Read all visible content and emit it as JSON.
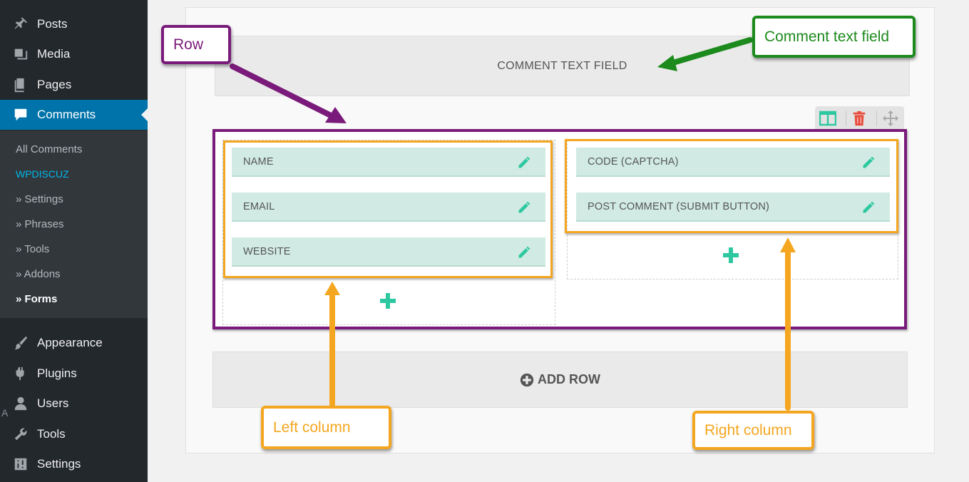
{
  "sidebar": {
    "top_items": [
      {
        "label": "Posts",
        "icon": "pin-icon"
      },
      {
        "label": "Media",
        "icon": "media-icon"
      },
      {
        "label": "Pages",
        "icon": "pages-icon"
      },
      {
        "label": "Comments",
        "icon": "comment-icon"
      }
    ],
    "submenu": [
      {
        "label": "All Comments"
      },
      {
        "label": "WPDISCUZ"
      },
      {
        "label": "» Settings"
      },
      {
        "label": "» Phrases"
      },
      {
        "label": "» Tools"
      },
      {
        "label": "» Addons"
      },
      {
        "label": "» Forms"
      }
    ],
    "bottom_items": [
      {
        "label": "Appearance",
        "icon": "brush-icon"
      },
      {
        "label": "Plugins",
        "icon": "plug-icon"
      },
      {
        "label": "Users",
        "icon": "user-icon"
      },
      {
        "label": "Tools",
        "icon": "wrench-icon"
      },
      {
        "label": "Settings",
        "icon": "sliders-icon"
      }
    ],
    "edge_glyph": "A"
  },
  "form": {
    "comment_field_label": "COMMENT TEXT FIELD",
    "left_column_fields": [
      "NAME",
      "EMAIL",
      "WEBSITE"
    ],
    "right_column_fields": [
      "CODE (CAPTCHA)",
      "POST COMMENT (SUBMIT BUTTON)"
    ],
    "add_row_label": "ADD ROW"
  },
  "callouts": {
    "row": "Row",
    "comment_text_field": "Comment text field",
    "left_column": "Left column",
    "right_column": "Right column"
  },
  "colors": {
    "sidebar_bg": "#23282d",
    "submenu_bg": "#32373c",
    "active_blue": "#0073aa",
    "brand_blue": "#00b9eb",
    "field_green": "#d1ebe4",
    "teal_icon": "#2ec8a0",
    "delete_red": "#e74c3c",
    "row_purple": "#7a1a7a",
    "column_orange": "#f4a620",
    "callout_green": "#1c8a1c"
  }
}
